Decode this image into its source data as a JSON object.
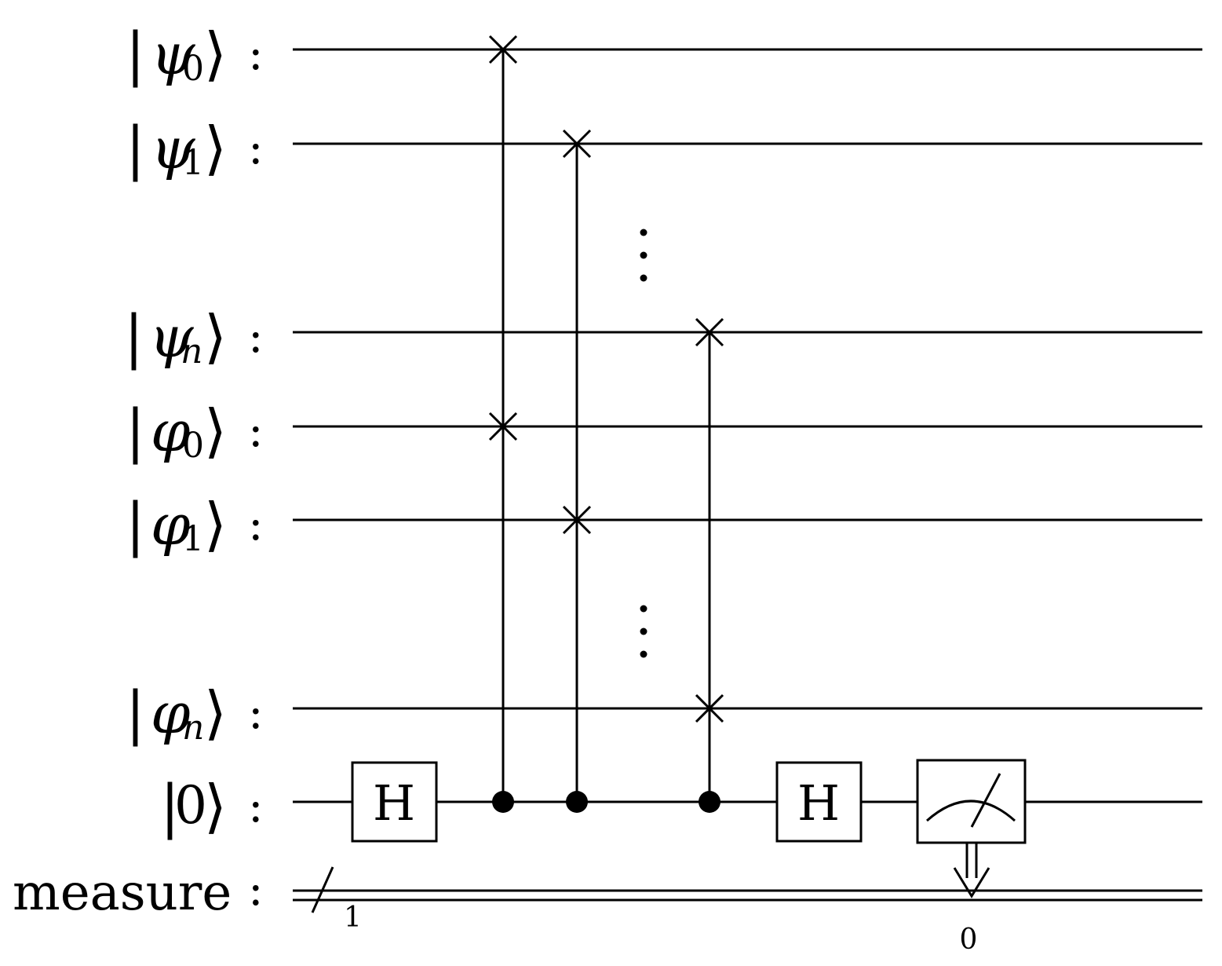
{
  "wires": [
    {
      "ket": "ψ",
      "sub": "0",
      "colon": ":"
    },
    {
      "ket": "ψ",
      "sub": "1",
      "colon": ":"
    },
    {
      "ket": "ψ",
      "sub": "n",
      "colon": ":"
    },
    {
      "ket": "φ",
      "sub": "0",
      "colon": ":"
    },
    {
      "ket": "φ",
      "sub": "1",
      "colon": ":"
    },
    {
      "ket": "φ",
      "sub": "n",
      "colon": ":"
    },
    {
      "ket": "0",
      "sub": "",
      "colon": ":"
    }
  ],
  "classical": {
    "label": "measure",
    "colon": ":",
    "width": "1",
    "bit": "0"
  },
  "gates": {
    "hadamard": "H"
  },
  "ellipsis": "⋮"
}
